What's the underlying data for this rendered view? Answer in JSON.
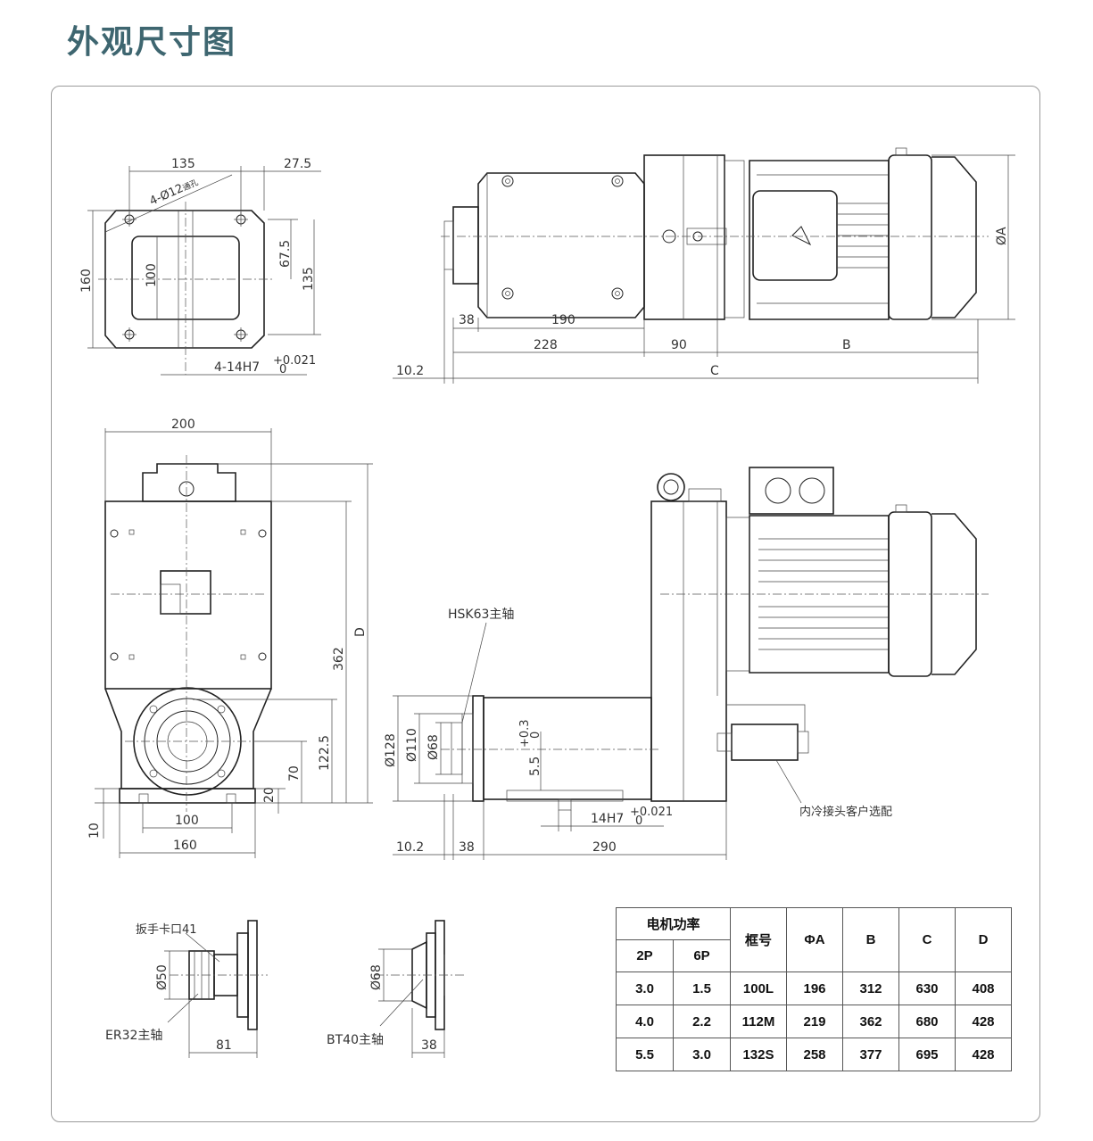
{
  "page_title": "外观尺寸图",
  "top_left_view": {
    "dim_135_top": "135",
    "dim_27_5": "27.5",
    "hole_note": "4-Ø12",
    "hole_note_suffix": "通孔",
    "dim_160": "160",
    "dim_100": "100",
    "dim_67_5": "67.5",
    "dim_135_right": "135",
    "fit_note": "4-14H7",
    "fit_tol_upper": "+0.021",
    "fit_tol_lower": "0"
  },
  "top_right_view": {
    "dim_38": "38",
    "dim_190": "190",
    "dim_228": "228",
    "dim_90": "90",
    "dim_B": "B",
    "dim_C": "C",
    "dim_10_2": "10.2",
    "dim_phiA": "ØA"
  },
  "front_view": {
    "dim_200": "200",
    "dim_362": "362",
    "dim_D": "D",
    "dim_122_5": "122.5",
    "dim_70": "70",
    "dim_20": "20",
    "dim_10": "10",
    "dim_100": "100",
    "dim_160": "160"
  },
  "side_view": {
    "spindle_label": "HSK63主轴",
    "dim_128": "Ø128",
    "dim_110": "Ø110",
    "dim_68": "Ø68",
    "dim_5_5": "5.5",
    "dim_5_5_tol_upper": "+0.3",
    "dim_5_5_tol_lower": "0",
    "fit_note": "14H7",
    "fit_tol_upper": "+0.021",
    "fit_tol_lower": "0",
    "dim_10_2": "10.2",
    "dim_38": "38",
    "dim_290": "290",
    "coolant_note": "内冷接头客户选配"
  },
  "er32_view": {
    "wrench_label": "扳手卡口41",
    "dim_50": "Ø50",
    "spindle_label": "ER32主轴",
    "dim_81": "81"
  },
  "bt40_view": {
    "dim_68": "Ø68",
    "spindle_label": "BT40主轴",
    "dim_38": "38"
  },
  "spec_table": {
    "header_power": "电机功率",
    "header_2p": "2P",
    "header_6p": "6P",
    "header_frame": "框号",
    "header_phiA": "ΦA",
    "header_B": "B",
    "header_C": "C",
    "header_D": "D",
    "rows": [
      {
        "p2": "3.0",
        "p6": "1.5",
        "frame": "100L",
        "phiA": "196",
        "B": "312",
        "C": "630",
        "D": "408"
      },
      {
        "p2": "4.0",
        "p6": "2.2",
        "frame": "112M",
        "phiA": "219",
        "B": "362",
        "C": "680",
        "D": "428"
      },
      {
        "p2": "5.5",
        "p6": "3.0",
        "frame": "132S",
        "phiA": "258",
        "B": "377",
        "C": "695",
        "D": "428"
      }
    ]
  }
}
